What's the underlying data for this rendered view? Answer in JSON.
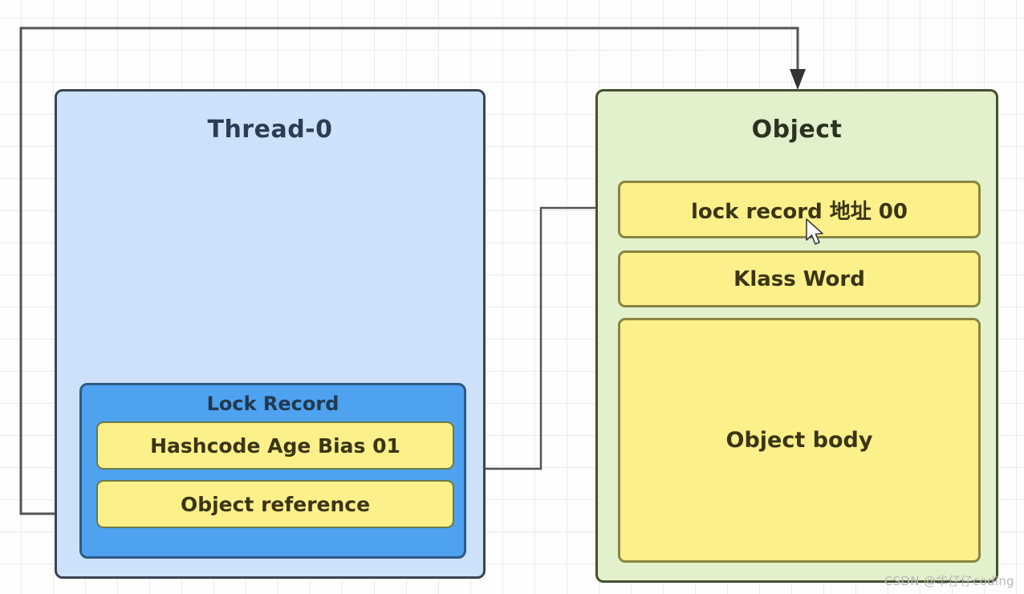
{
  "diagram": {
    "title_thread": "Thread-0",
    "title_object": "Object",
    "colors": {
      "thread_fill": "#cde1fa",
      "thread_border": "#3b4452",
      "object_fill": "#e2f0cc",
      "object_border": "#44502f",
      "lock_record_fill": "#4ea2f0",
      "lock_record_border": "#2f5a84",
      "cell_fill": "#fbf08a",
      "cell_border": "#8a8440",
      "connector": "#555555",
      "grid": "#eaeaea"
    }
  },
  "thread_panel": {
    "title": "Thread-0",
    "lock_record": {
      "title": "Lock Record",
      "rows": [
        {
          "label": "Hashcode Age Bias 01"
        },
        {
          "label": "Object reference"
        }
      ]
    }
  },
  "object_panel": {
    "title": "Object",
    "rows": [
      {
        "label": "lock record 地址 00"
      },
      {
        "label": "Klass Word"
      },
      {
        "label": "Object body"
      }
    ]
  },
  "connectors": [
    {
      "name": "objref-to-object-top",
      "from": "Object reference",
      "to": "Object (top)",
      "arrow": "down"
    },
    {
      "name": "lockrecord-to-lock-record-box",
      "from": "lock record 地址 00 (left)",
      "to": "Lock Record (right)",
      "arrow": "left"
    }
  ],
  "cursor": {
    "icon": "mouse-pointer-arrow"
  },
  "watermark": {
    "text": "CSDN @华仔仔coding"
  }
}
